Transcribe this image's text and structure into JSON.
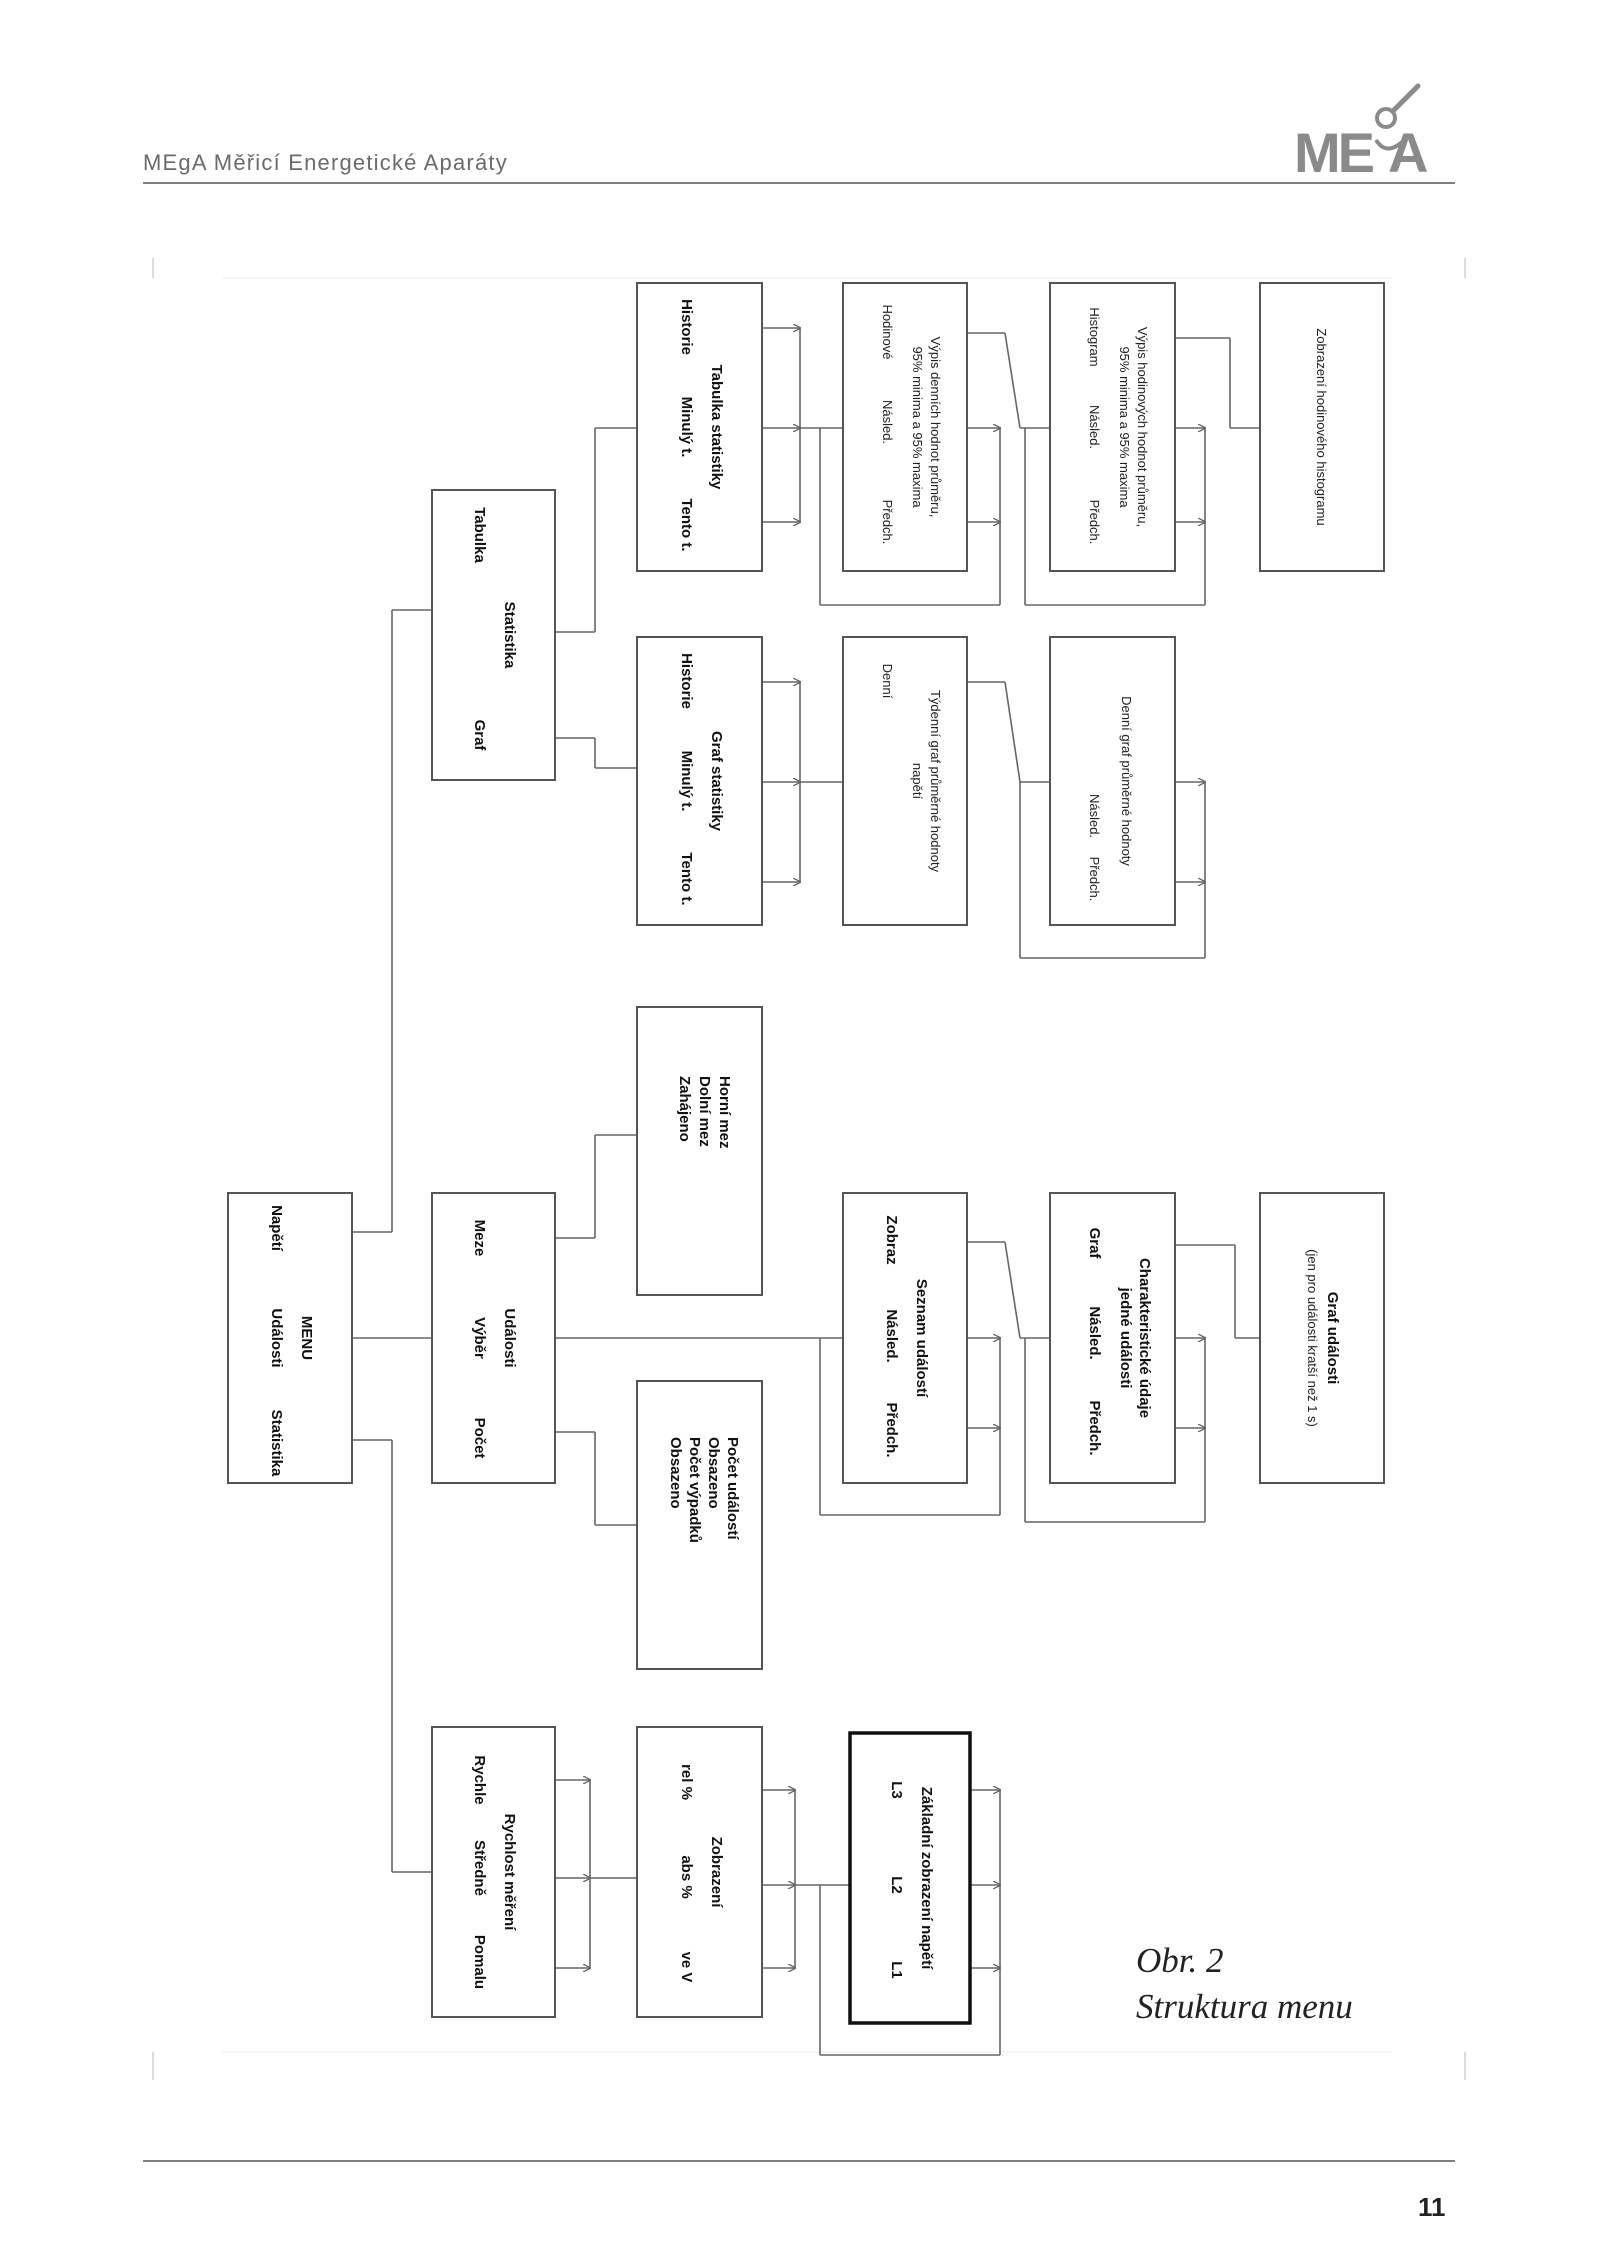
{
  "header": {
    "title": "MEgA Měřicí Energetické Aparáty",
    "logo_text": "MEgA"
  },
  "menu": {
    "title": "MENU",
    "items": [
      "Napětí",
      "Události",
      "Statistika"
    ]
  },
  "rychlost": {
    "title": "Rychlost měření",
    "items": [
      "Pomalu",
      "Středně",
      "Rychle"
    ]
  },
  "zobrazeni": {
    "title": "Zobrazení",
    "items": [
      "ve V",
      "abs %",
      "rel %"
    ]
  },
  "zakladni": {
    "title": "Základní zobrazení napětí",
    "items": [
      "L1",
      "L2",
      "L3"
    ]
  },
  "pocet_box": {
    "lines": [
      "Počet událostí",
      "Obsazeno",
      "Počet výpadků",
      "Obsazeno"
    ]
  },
  "udalosti": {
    "title": "Události",
    "items": [
      "Počet",
      "Výběr",
      "Meze"
    ]
  },
  "meze_box": {
    "lines": [
      "Horní mez",
      "Dolní mez",
      "Zahájeno"
    ]
  },
  "seznam": {
    "title": "Seznam událostí",
    "items": [
      "Předch.",
      "Násled.",
      "Zobraz"
    ]
  },
  "charakteristicke": {
    "title_lines": [
      "Charakteristické údaje",
      "jedné události"
    ],
    "items": [
      "Předch.",
      "Násled.",
      "Graf"
    ]
  },
  "graf_udalosti": {
    "lines": [
      "Graf události",
      "(jen pro události kratší než 1 s)"
    ]
  },
  "statistika": {
    "title": "Statistika",
    "items": [
      "Graf",
      "Tabulka"
    ]
  },
  "graf_statistiky": {
    "title": "Graf statistiky",
    "items": [
      "Tento t.",
      "Minulý t.",
      "Historie"
    ]
  },
  "tydenni": {
    "lines": [
      "Týdenní graf průměrné hodnoty",
      "napětí"
    ],
    "item": "Denní"
  },
  "denni": {
    "title": "Denní graf průměrné hodnoty",
    "items": [
      "Předch.",
      "Násled."
    ]
  },
  "tabulka_statistiky": {
    "title": "Tabulka statistiky",
    "items": [
      "Tento t.",
      "Minulý t.",
      "Historie"
    ]
  },
  "vypis_denni": {
    "lines": [
      "Výpis denních hodnot průměru,",
      "95% minima a 95% maxima"
    ],
    "items": [
      "Předch.",
      "Násled.",
      "Hodinové"
    ]
  },
  "vypis_hodinove": {
    "lines": [
      "Výpis hodinových hodnot průměru,",
      "95% minima a 95% maxima"
    ],
    "items": [
      "Předch.",
      "Násled.",
      "Histogram"
    ]
  },
  "histogram": {
    "title": "Zobrazení hodinového histogramu"
  },
  "caption": {
    "line1": "Obr. 2",
    "line2": "Struktura menu"
  },
  "page_number": "11"
}
